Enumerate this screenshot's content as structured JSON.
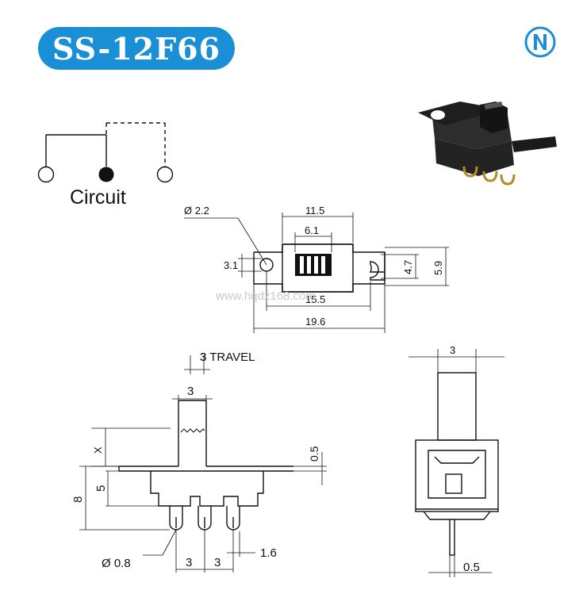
{
  "title": "SS-12F66",
  "brand_colors": {
    "title_bg": "#1a8fd6",
    "title_text": "#ffffff",
    "logo": "#1a8fd6"
  },
  "logo_icon": "n-logo-icon",
  "circuit_label": "Circuit",
  "watermark": "www.hqdz168.com",
  "top_view": {
    "hole_dia": "Ø 2.2",
    "dim_11_5": "11.5",
    "dim_6_1": "6.1",
    "dim_3_1": "3.1",
    "dim_4_7": "4.7",
    "dim_5_9": "5.9",
    "dim_15_5": "15.5",
    "dim_19_6": "19.6"
  },
  "front_view": {
    "travel": "3 TRAVEL",
    "dim_3_travel_value": "3",
    "dim_3_actuator": "3",
    "dim_x": "X",
    "dim_5": "5",
    "dim_8": "8",
    "dim_0_5": "0.5",
    "pin_dia": "Ø 0.8",
    "pitch_a": "3",
    "pitch_b": "3",
    "dim_1_6": "1.6"
  },
  "side_view": {
    "dim_3": "3",
    "dim_0_5": "0.5"
  }
}
